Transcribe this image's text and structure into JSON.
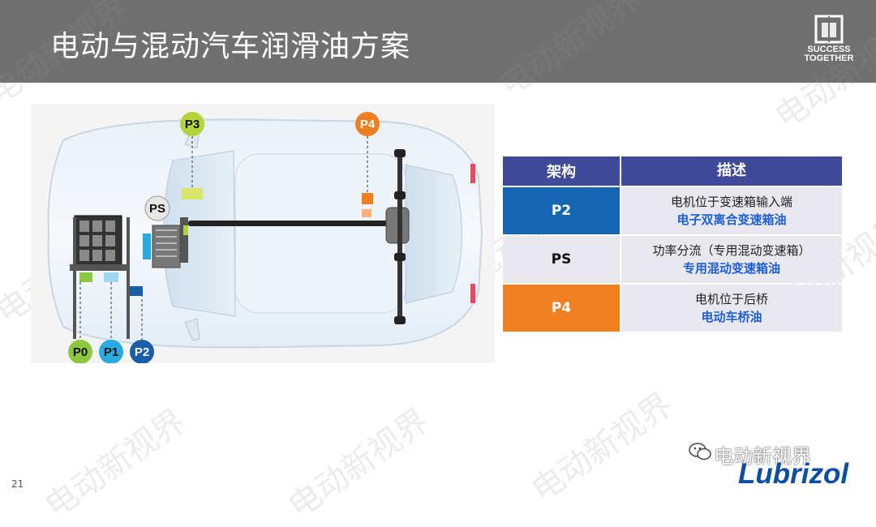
{
  "slide": {
    "title": "电动与混动汽车润滑油方案",
    "page_number": "21",
    "tagline_1": "SUCCESS",
    "tagline_2": "TOGETHER",
    "watermark": "电动新视界",
    "brand": "Lubrizol"
  },
  "diagram": {
    "labels": {
      "p0": "P0",
      "p1": "P1",
      "p2": "P2",
      "p3": "P3",
      "p4": "P4",
      "ps": "PS"
    },
    "colors": {
      "p0": "#8dc63f",
      "p1": "#29abe2",
      "p2": "#1a5ea8",
      "p3": "#b5d33b",
      "p4": "#f07f22",
      "ps": "#e6e6e6"
    }
  },
  "table": {
    "header": {
      "col1": "架构",
      "col2": "描述"
    },
    "rows": [
      {
        "code": "P2",
        "desc1": "电机位于变速箱输入端",
        "desc2": "电子双离合变速箱油",
        "color": "#1565b0",
        "text_color": "#ffffff"
      },
      {
        "code": "PS",
        "desc1": "功率分流（专用混动变速箱）",
        "desc2": "专用混动变速箱油",
        "color": "#e8e8ee",
        "text_color": "#111111"
      },
      {
        "code": "P4",
        "desc1": "电机位于后桥",
        "desc2": "电动车桥油",
        "color": "#f07f22",
        "text_color": "#ffffff"
      }
    ]
  }
}
